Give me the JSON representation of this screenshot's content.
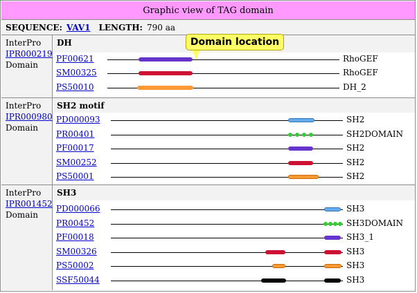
{
  "header": {
    "title": "Graphic view of TAG domain"
  },
  "sequence": {
    "label": "SEQUENCE:",
    "name": "VAV1",
    "length_label": "LENGTH:",
    "length_value": "790 aa"
  },
  "callout": {
    "text": "Domain location"
  },
  "colors": {
    "purple": "#6633cc",
    "red": "#cc1133",
    "orange": "#ff9933",
    "blue": "#66aaee",
    "green": "#33cc33",
    "black": "#000000",
    "header": "#ff99ff"
  },
  "sections": [
    {
      "db": "InterPro",
      "id": "IPR000219",
      "type": "Domain",
      "category": "DH",
      "rows": [
        {
          "sig": "PF00621",
          "label": "RhoGEF",
          "color": "purple"
        },
        {
          "sig": "SM00325",
          "label": "RhoGEF",
          "color": "red"
        },
        {
          "sig": "PS50010",
          "label": "DH_2",
          "color": "orange"
        }
      ]
    },
    {
      "db": "InterPro",
      "id": "IPR000980",
      "type": "Domain",
      "category": "SH2 motif",
      "rows": [
        {
          "sig": "PD000093",
          "label": "SH2",
          "color": "blue"
        },
        {
          "sig": "PR00401",
          "label": "SH2DOMAIN",
          "color": "green"
        },
        {
          "sig": "PF00017",
          "label": "SH2",
          "color": "purple"
        },
        {
          "sig": "SM00252",
          "label": "SH2",
          "color": "red"
        },
        {
          "sig": "PS50001",
          "label": "SH2",
          "color": "orange"
        }
      ]
    },
    {
      "db": "InterPro",
      "id": "IPR001452",
      "type": "Domain",
      "category": "SH3",
      "rows": [
        {
          "sig": "PD000066",
          "label": "SH3",
          "color": "blue"
        },
        {
          "sig": "PR00452",
          "label": "SH3DOMAIN",
          "color": "green"
        },
        {
          "sig": "PF00018",
          "label": "SH3_1",
          "color": "purple"
        },
        {
          "sig": "SM00326",
          "label": "SH3",
          "color": "red"
        },
        {
          "sig": "PS50002",
          "label": "SH3",
          "color": "orange"
        },
        {
          "sig": "SSF50044",
          "label": "SH3",
          "color": "black"
        }
      ]
    }
  ]
}
